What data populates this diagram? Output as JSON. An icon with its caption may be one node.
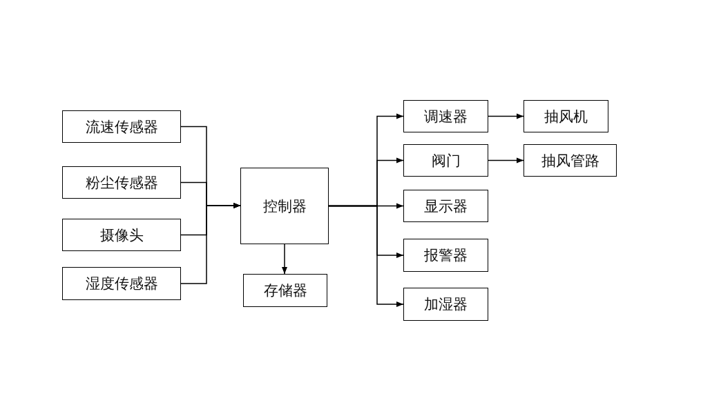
{
  "diagram": {
    "nodes": [
      {
        "text": [
          "流速传感器"
        ]
      },
      {
        "text": [
          "粉尘传感器"
        ]
      },
      {
        "text": [
          "摄像头"
        ]
      },
      {
        "text": [
          "湿度传感器"
        ]
      },
      {
        "text": [
          "控制器"
        ]
      },
      {
        "text": [
          "存储器"
        ]
      },
      {
        "text": [
          "调速器"
        ]
      },
      {
        "text": [
          "阀门"
        ]
      },
      {
        "text": [
          "显示器"
        ]
      },
      {
        "text": [
          "报警器"
        ]
      },
      {
        "text": [
          "加湿器"
        ]
      },
      {
        "text": [
          "抽风机"
        ]
      },
      {
        "text": [
          "抽风管路"
        ]
      }
    ],
    "edges": [
      {
        "from": 0,
        "to": 4,
        "arrow": "to"
      },
      {
        "from": 1,
        "to": 4,
        "arrow": "to"
      },
      {
        "from": 2,
        "to": 4,
        "arrow": "to"
      },
      {
        "from": 3,
        "to": 4,
        "arrow": "to"
      },
      {
        "from": 4,
        "to": 5,
        "arrow": "to"
      },
      {
        "from": 4,
        "to": 6,
        "arrow": "to"
      },
      {
        "from": 4,
        "to": 7,
        "arrow": "to"
      },
      {
        "from": 4,
        "to": 8,
        "arrow": "to"
      },
      {
        "from": 4,
        "to": 9,
        "arrow": "to"
      },
      {
        "from": 4,
        "to": 10,
        "arrow": "to"
      },
      {
        "from": 6,
        "to": 11,
        "arrow": "to"
      },
      {
        "from": 7,
        "to": 12,
        "arrow": "to"
      }
    ]
  }
}
